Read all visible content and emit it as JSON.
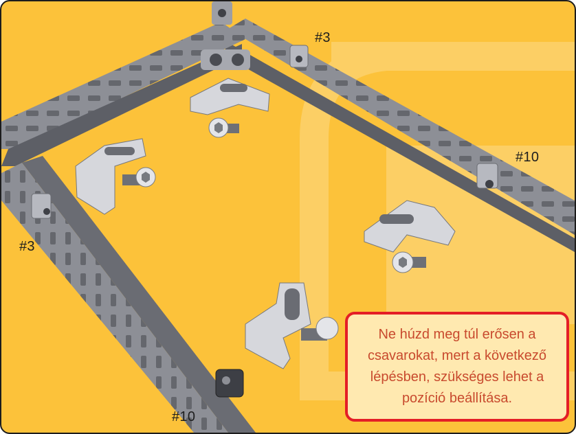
{
  "labels": {
    "top_hole": "#3",
    "left_hole": "#3",
    "right_hole": "#10",
    "bottom_hole": "#10"
  },
  "note": {
    "text": "Ne húzd meg túl erősen a csavarokat, mert a következő lépésben, szükséges lehet a pozíció beállítása."
  },
  "colors": {
    "background": "#fcc23a",
    "note_border": "#e41e26",
    "note_text": "#c84a2e"
  }
}
